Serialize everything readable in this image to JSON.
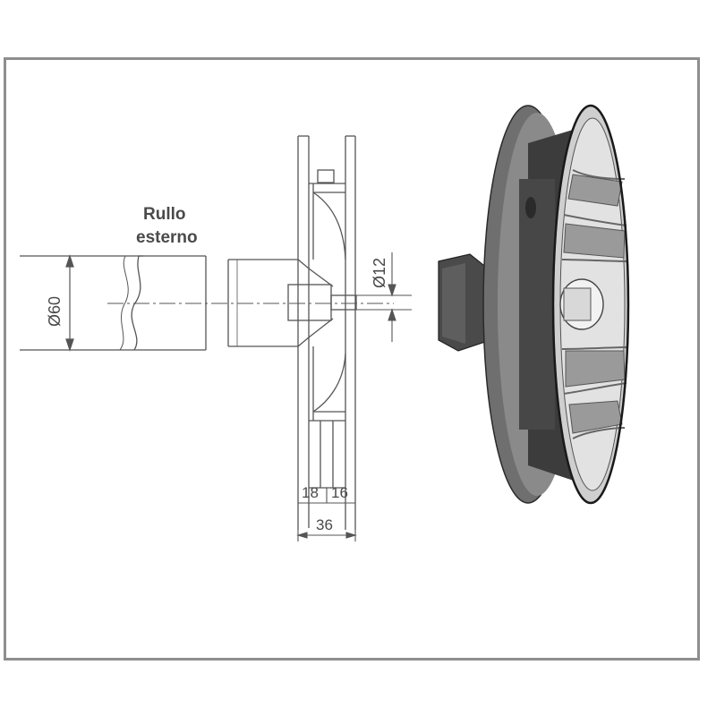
{
  "labels": {
    "rullo": "Rullo",
    "esterno": "esterno",
    "diam60": "Ø60",
    "diam12": "Ø12",
    "dim18": "18",
    "dim16": "16",
    "dim36": "36"
  },
  "colors": {
    "frame": "#8e8e8e",
    "line": "#555555",
    "text": "#4a4a4a",
    "photo_dark": "#3c3c3c",
    "photo_mid": "#7a7a7a",
    "photo_light": "#c9c9c9"
  }
}
